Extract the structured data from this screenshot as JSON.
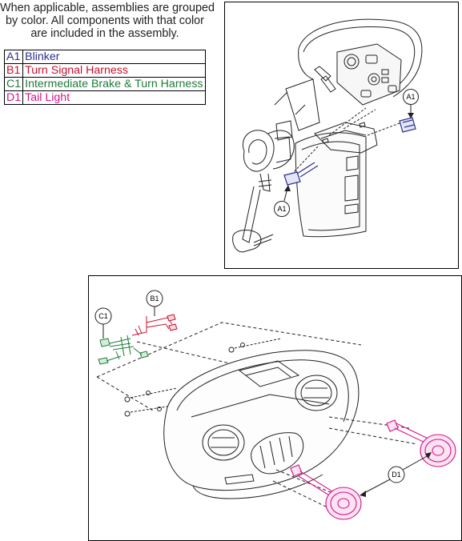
{
  "note": {
    "lines": [
      "When applicable, assemblies are grouped",
      "by color. All components with that color",
      "are included in the assembly."
    ]
  },
  "legend": [
    {
      "code": "A1",
      "label": "Blinker",
      "color": "#2b2f8f"
    },
    {
      "code": "B1",
      "label": "Turn Signal Harness",
      "color": "#c8102e"
    },
    {
      "code": "C1",
      "label": "Intermediate Brake & Turn Harness",
      "color": "#1e7b3a"
    },
    {
      "code": "D1",
      "label": "Tail Light",
      "color": "#d4168c"
    }
  ],
  "callouts": {
    "top_a1_right": "A1",
    "top_a1_left": "A1",
    "bottom_b1": "B1",
    "bottom_c1": "C1",
    "bottom_d1": "D1"
  }
}
